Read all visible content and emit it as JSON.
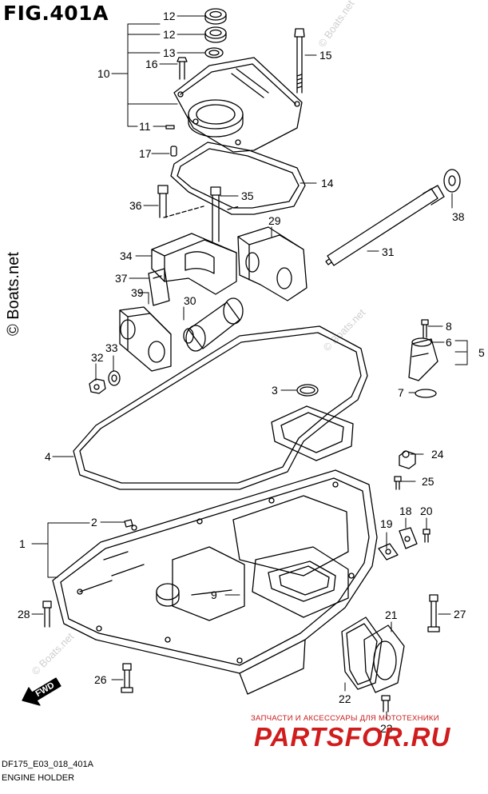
{
  "figure": {
    "title": "FIG.401A",
    "code": "DF175_E03_018_401A",
    "caption": "ENGINE HOLDER"
  },
  "watermarks": {
    "side": "© Boats.net",
    "diagonal": "© Boats.net",
    "shop_text": "ЗАПЧАСТИ И АКСЕССУАРЫ ДЛЯ МОТОТЕХНИКИ",
    "shop_logo": "PARTSFOR.RU"
  },
  "fwd_label": "FWD",
  "callouts": [
    {
      "id": "c12a",
      "label": "12"
    },
    {
      "id": "c12b",
      "label": "12"
    },
    {
      "id": "c13",
      "label": "13"
    },
    {
      "id": "c16",
      "label": "16"
    },
    {
      "id": "c15",
      "label": "15"
    },
    {
      "id": "c10",
      "label": "10"
    },
    {
      "id": "c11",
      "label": "11"
    },
    {
      "id": "c17",
      "label": "17"
    },
    {
      "id": "c14",
      "label": "14"
    },
    {
      "id": "c36",
      "label": "36"
    },
    {
      "id": "c35",
      "label": "35"
    },
    {
      "id": "c29",
      "label": "29"
    },
    {
      "id": "c38",
      "label": "38"
    },
    {
      "id": "c31",
      "label": "31"
    },
    {
      "id": "c34",
      "label": "34"
    },
    {
      "id": "c37",
      "label": "37"
    },
    {
      "id": "c39",
      "label": "39"
    },
    {
      "id": "c30",
      "label": "30"
    },
    {
      "id": "c8",
      "label": "8"
    },
    {
      "id": "c6",
      "label": "6"
    },
    {
      "id": "c5",
      "label": "5"
    },
    {
      "id": "c32",
      "label": "32"
    },
    {
      "id": "c33",
      "label": "33"
    },
    {
      "id": "c3",
      "label": "3"
    },
    {
      "id": "c7",
      "label": "7"
    },
    {
      "id": "c4",
      "label": "4"
    },
    {
      "id": "c24",
      "label": "24"
    },
    {
      "id": "c25",
      "label": "25"
    },
    {
      "id": "c2",
      "label": "2"
    },
    {
      "id": "c1",
      "label": "1"
    },
    {
      "id": "c18",
      "label": "18"
    },
    {
      "id": "c20",
      "label": "20"
    },
    {
      "id": "c19",
      "label": "19"
    },
    {
      "id": "c9",
      "label": "9"
    },
    {
      "id": "c28",
      "label": "28"
    },
    {
      "id": "c21",
      "label": "21"
    },
    {
      "id": "c27",
      "label": "27"
    },
    {
      "id": "c26",
      "label": "26"
    },
    {
      "id": "c22",
      "label": "22"
    },
    {
      "id": "c23",
      "label": "23"
    }
  ]
}
